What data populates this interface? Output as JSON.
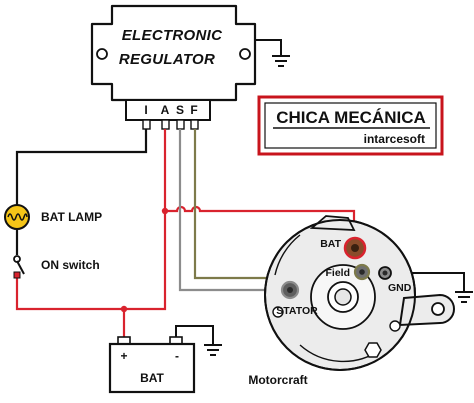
{
  "regulator": {
    "line1": "ELECTRONIC",
    "line2": "REGULATOR",
    "pins": [
      "I",
      "A",
      "S",
      "F"
    ]
  },
  "brand": {
    "title": "CHICA MECÁNICA",
    "subtitle": "intarcesoft"
  },
  "components": {
    "bat_lamp": "BAT LAMP",
    "on_switch": "ON switch",
    "battery": "BAT",
    "battery_plus": "+",
    "battery_minus": "-"
  },
  "alternator": {
    "bat_terminal": "BAT",
    "field_terminal": "Field",
    "gnd_terminal": "GND",
    "stator_terminal": "STATOR",
    "caption": "Motorcraft"
  },
  "colors": {
    "wire_red": "#d9232e",
    "wire_black": "#111111",
    "wire_gray": "#8c8c8c",
    "wire_olive": "#7d7a4a",
    "brand_border": "#c8141c",
    "lamp_yellow": "#f5c518"
  }
}
